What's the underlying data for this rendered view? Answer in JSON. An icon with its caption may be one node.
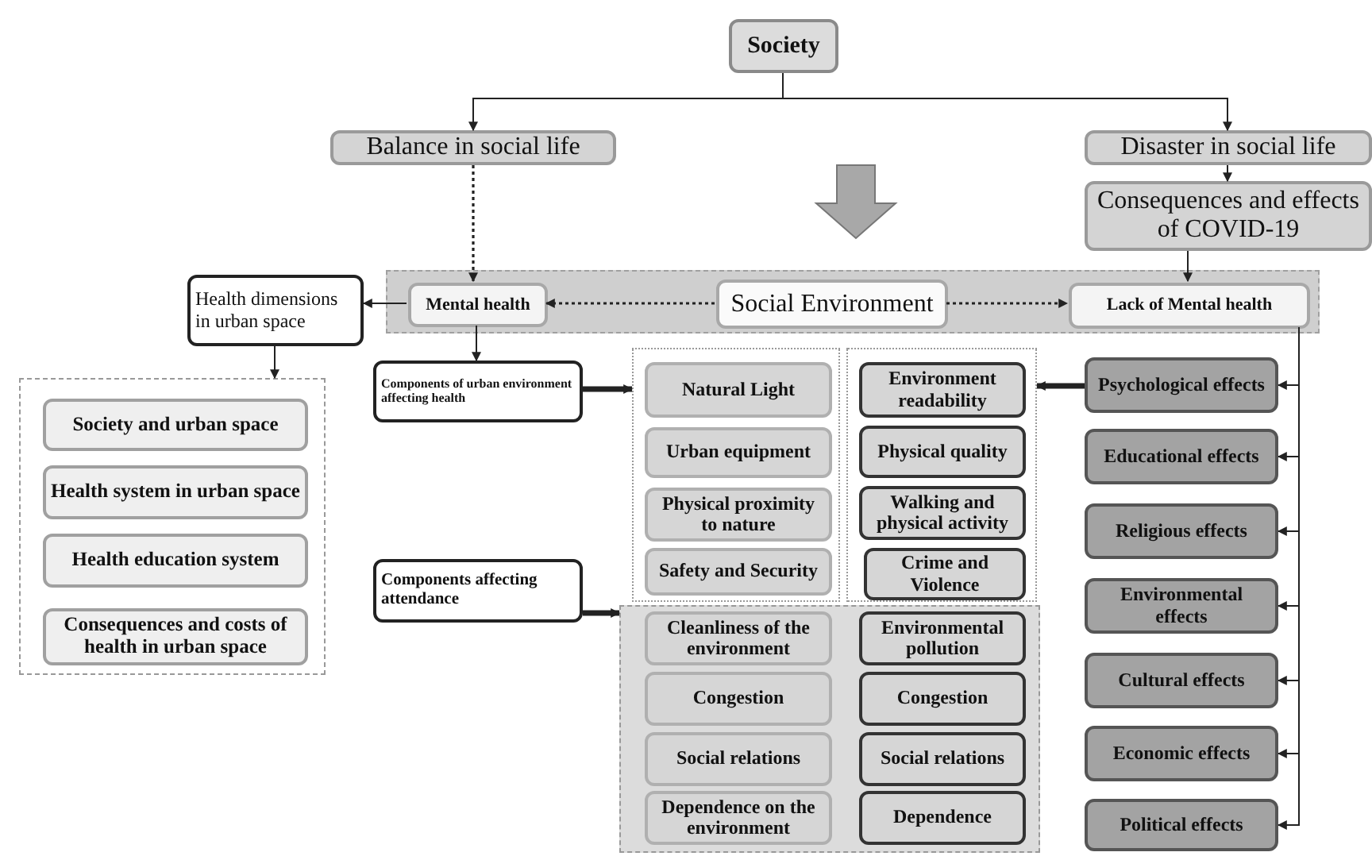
{
  "diagram": {
    "nodes": [
      {
        "text": [
          "Society"
        ]
      },
      {
        "text": [
          "Balance in social life"
        ]
      },
      {
        "text": [
          "Disaster in social life"
        ]
      },
      {
        "text": [
          "Consequences and effects of COVID-19"
        ]
      },
      {
        "text": [],
        "shape": "band"
      },
      {
        "text": [
          "Mental health"
        ],
        "in": 4
      },
      {
        "text": [
          "Social Environment"
        ],
        "in": 4
      },
      {
        "text": [
          "Lack of Mental health"
        ],
        "in": 4
      },
      {
        "text": [
          "Health dimensions in urban space"
        ]
      },
      {
        "text": [],
        "shape": "box"
      },
      {
        "text": [
          "Society and urban space"
        ],
        "in": 9
      },
      {
        "text": [
          "Health system in urban space"
        ],
        "in": 9
      },
      {
        "text": [
          "Health education system"
        ],
        "in": 9
      },
      {
        "text": [
          "Consequences and costs of health in urban space"
        ],
        "in": 9
      },
      {
        "text": [
          "Components of urban environment affecting health"
        ]
      },
      {
        "text": [
          "Components affecting attendance"
        ]
      },
      {
        "text": [],
        "shape": "box"
      },
      {
        "text": [
          "Natural Light"
        ],
        "in": 16
      },
      {
        "text": [
          "Urban equipment"
        ],
        "in": 16
      },
      {
        "text": [
          "Physical proximity to nature"
        ],
        "in": 16
      },
      {
        "text": [
          "Safety and Security"
        ],
        "in": 16
      },
      {
        "text": [],
        "shape": "box"
      },
      {
        "text": [
          "Environment readability"
        ],
        "in": 21
      },
      {
        "text": [
          "Physical quality"
        ],
        "in": 21
      },
      {
        "text": [
          "Walking and physical activity"
        ],
        "in": 21
      },
      {
        "text": [
          "Crime and Violence"
        ],
        "in": 21
      },
      {
        "text": [],
        "shape": "box"
      },
      {
        "text": [
          "Cleanliness of the environment"
        ],
        "in": 26
      },
      {
        "text": [
          "Environmental pollution"
        ],
        "in": 26
      },
      {
        "text": [
          "Congestion"
        ],
        "in": 26
      },
      {
        "text": [
          "Congestion"
        ],
        "in": 26
      },
      {
        "text": [
          "Social relations"
        ],
        "in": 26
      },
      {
        "text": [
          "Social relations"
        ],
        "in": 26
      },
      {
        "text": [
          "Dependence on the environment"
        ],
        "in": 26
      },
      {
        "text": [
          "Dependence"
        ],
        "in": 26
      },
      {
        "text": [
          "Psychological effects"
        ]
      },
      {
        "text": [
          "Educational effects"
        ]
      },
      {
        "text": [
          "Religious effects"
        ]
      },
      {
        "text": [
          "Environmental effects"
        ]
      },
      {
        "text": [
          "Cultural effects"
        ]
      },
      {
        "text": [
          "Economic effects"
        ]
      },
      {
        "text": [
          "Political effects"
        ]
      }
    ],
    "edges": [
      {
        "from": 0,
        "to": 1,
        "arrow": "to"
      },
      {
        "from": 0,
        "to": 2,
        "arrow": "to"
      },
      {
        "from": 1,
        "to": 5,
        "arrow": "to",
        "style": "dashed"
      },
      {
        "from": 2,
        "to": 3,
        "arrow": "to"
      },
      {
        "from": 3,
        "to": 7,
        "arrow": "to"
      },
      {
        "from": 6,
        "to": 5,
        "arrow": "to",
        "style": "dashed"
      },
      {
        "from": 6,
        "to": 7,
        "arrow": "to",
        "style": "dashed"
      },
      {
        "from": 5,
        "to": 8,
        "arrow": "to"
      },
      {
        "from": 8,
        "to": 9,
        "arrow": "to"
      },
      {
        "from": 5,
        "to": 14,
        "arrow": "to"
      },
      {
        "from": 14,
        "to": 16,
        "arrow": "to",
        "style": "thick"
      },
      {
        "from": 15,
        "to": 26,
        "arrow": "to",
        "style": "thick"
      },
      {
        "from": 35,
        "to": 21,
        "arrow": "to",
        "style": "thick"
      },
      {
        "from": 7,
        "to": 35,
        "arrow": "to"
      },
      {
        "from": 7,
        "to": 36,
        "arrow": "to"
      },
      {
        "from": 7,
        "to": 37,
        "arrow": "to"
      },
      {
        "from": 7,
        "to": 38,
        "arrow": "to"
      },
      {
        "from": 7,
        "to": 39,
        "arrow": "to"
      },
      {
        "from": 7,
        "to": 40,
        "arrow": "to"
      },
      {
        "from": 7,
        "to": 41,
        "arrow": "to"
      }
    ]
  }
}
